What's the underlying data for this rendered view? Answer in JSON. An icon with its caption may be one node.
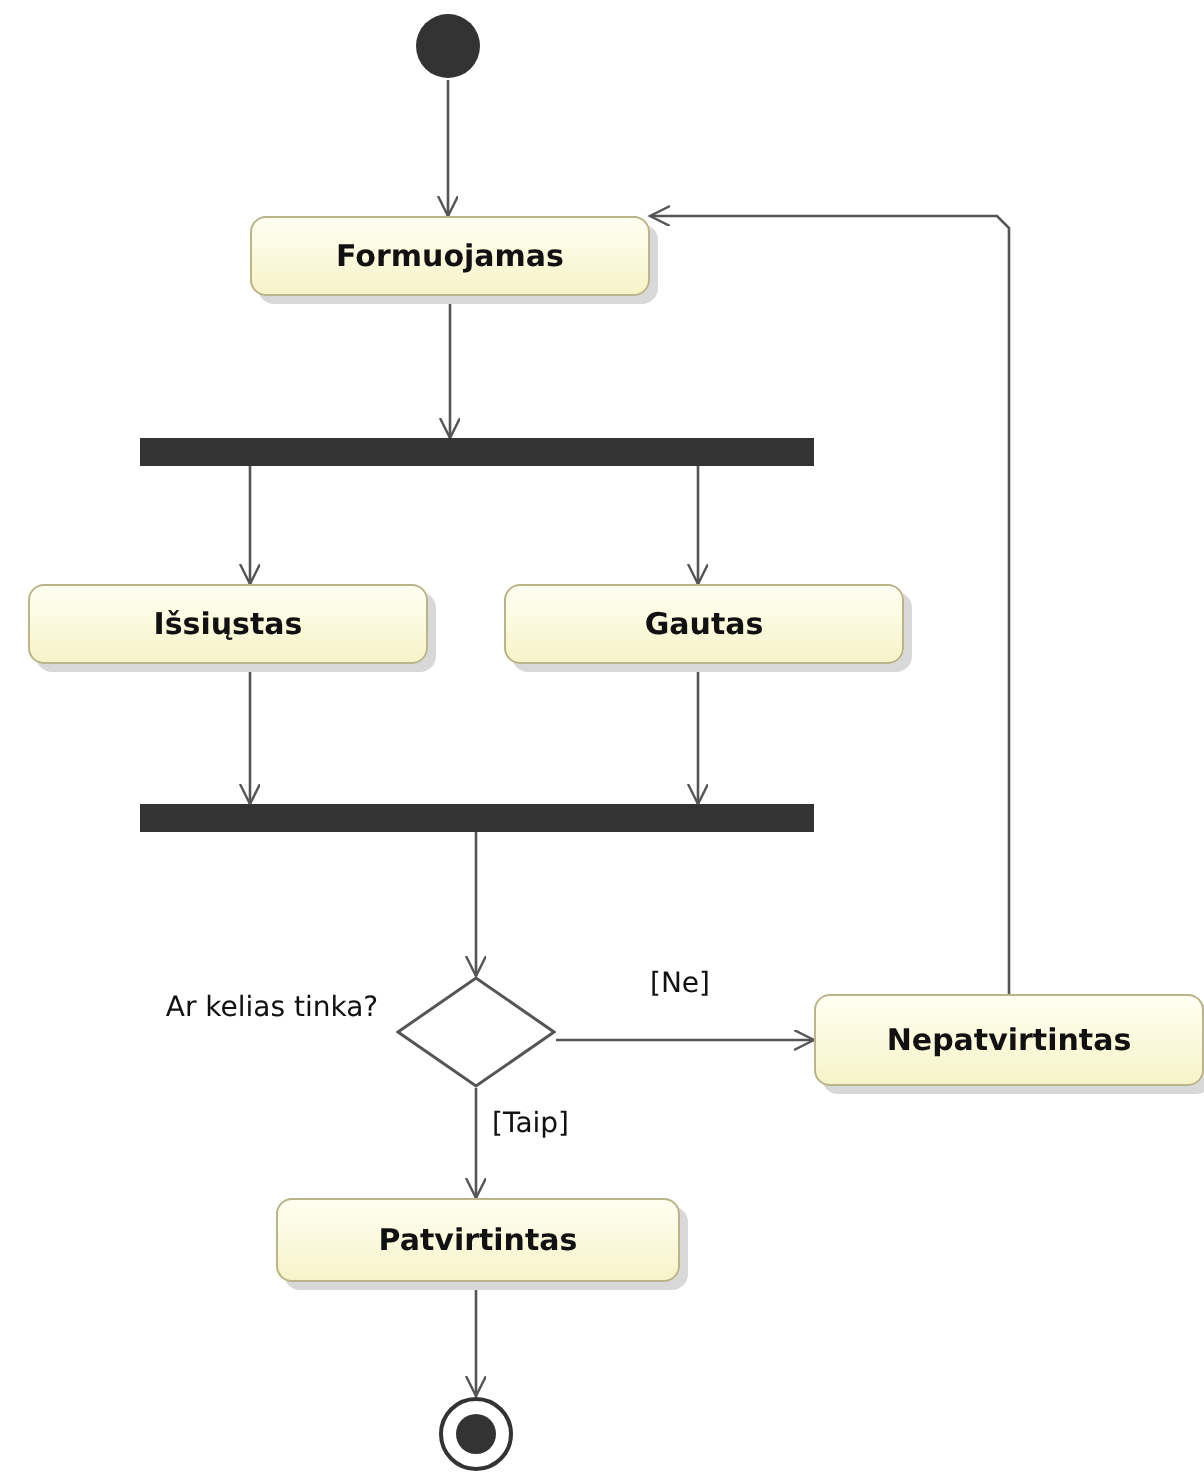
{
  "diagram": {
    "nodes": [
      {
        "text": [],
        "shape": "circle"
      },
      {
        "text": [
          "Formuojamas"
        ]
      },
      {
        "text": [],
        "shape": "bar"
      },
      {
        "text": [
          "Išsiųstas"
        ]
      },
      {
        "text": [
          "Gautas"
        ]
      },
      {
        "text": [],
        "shape": "bar"
      },
      {
        "text": [],
        "shape": "diamond",
        "beside": [
          "Ar kelias tinka?"
        ]
      },
      {
        "text": [
          "Nepatvirtintas"
        ]
      },
      {
        "text": [
          "Patvirtintas"
        ]
      },
      {
        "text": [],
        "shape": "circle"
      }
    ],
    "edges": [
      {
        "from": 0,
        "to": 1,
        "arrow": "to"
      },
      {
        "from": 1,
        "to": 2,
        "arrow": "to"
      },
      {
        "from": 2,
        "to": 3,
        "arrow": "to"
      },
      {
        "from": 2,
        "to": 4,
        "arrow": "to"
      },
      {
        "from": 3,
        "to": 5,
        "arrow": "to"
      },
      {
        "from": 4,
        "to": 5,
        "arrow": "to"
      },
      {
        "from": 5,
        "to": 6,
        "arrow": "to"
      },
      {
        "from": 6,
        "to": 7,
        "label": "[Ne]",
        "arrow": "to"
      },
      {
        "from": 7,
        "to": 1,
        "arrow": "to"
      },
      {
        "from": 6,
        "to": 8,
        "label": "[Taip]",
        "arrow": "to"
      },
      {
        "from": 8,
        "to": 9,
        "arrow": "to"
      }
    ]
  }
}
